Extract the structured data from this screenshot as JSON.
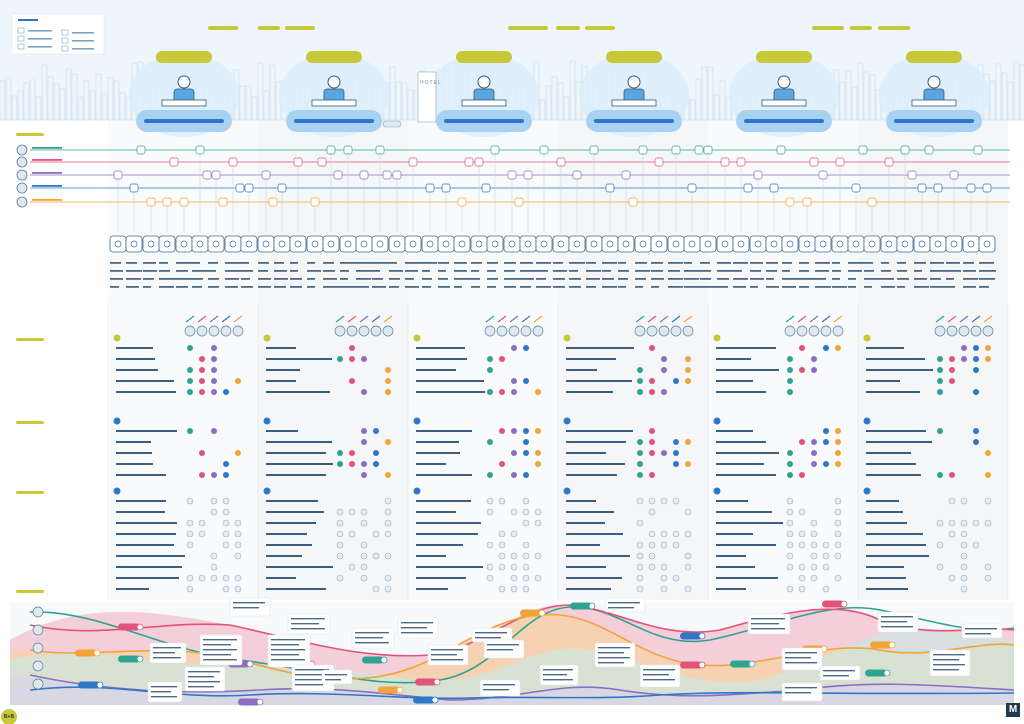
{
  "header_text": {
    "hotel_sign": "HOTEL",
    "bottom_badge": "B+B",
    "corner_logo": "M"
  },
  "colors": {
    "olive": "#c9c73a",
    "blue": "#2f78c9",
    "teal": "#2fa392",
    "pink": "#e3527a",
    "purple": "#8a6fc2",
    "orange": "#f0a43a",
    "sky_light": "#e3f1fb",
    "grid_light": "#eef1f4"
  },
  "stages": [
    {
      "key": "awareness",
      "icon": "person-at-laptop-icon"
    },
    {
      "key": "booking",
      "icon": "laptop-devices-icon"
    },
    {
      "key": "arrival",
      "icon": "reception-desk-icon"
    },
    {
      "key": "stay",
      "icon": "hotel-room-icon"
    },
    {
      "key": "checkout",
      "icon": "checkout-desk-icon"
    },
    {
      "key": "return",
      "icon": "house-icon"
    }
  ],
  "personas": [
    {
      "key": "persona-1",
      "color": "#2fa392"
    },
    {
      "key": "persona-2",
      "color": "#e3527a"
    },
    {
      "key": "persona-3",
      "color": "#8a6fc2"
    },
    {
      "key": "persona-4",
      "color": "#2f78c9"
    },
    {
      "key": "persona-5",
      "color": "#f0a43a"
    }
  ]
}
